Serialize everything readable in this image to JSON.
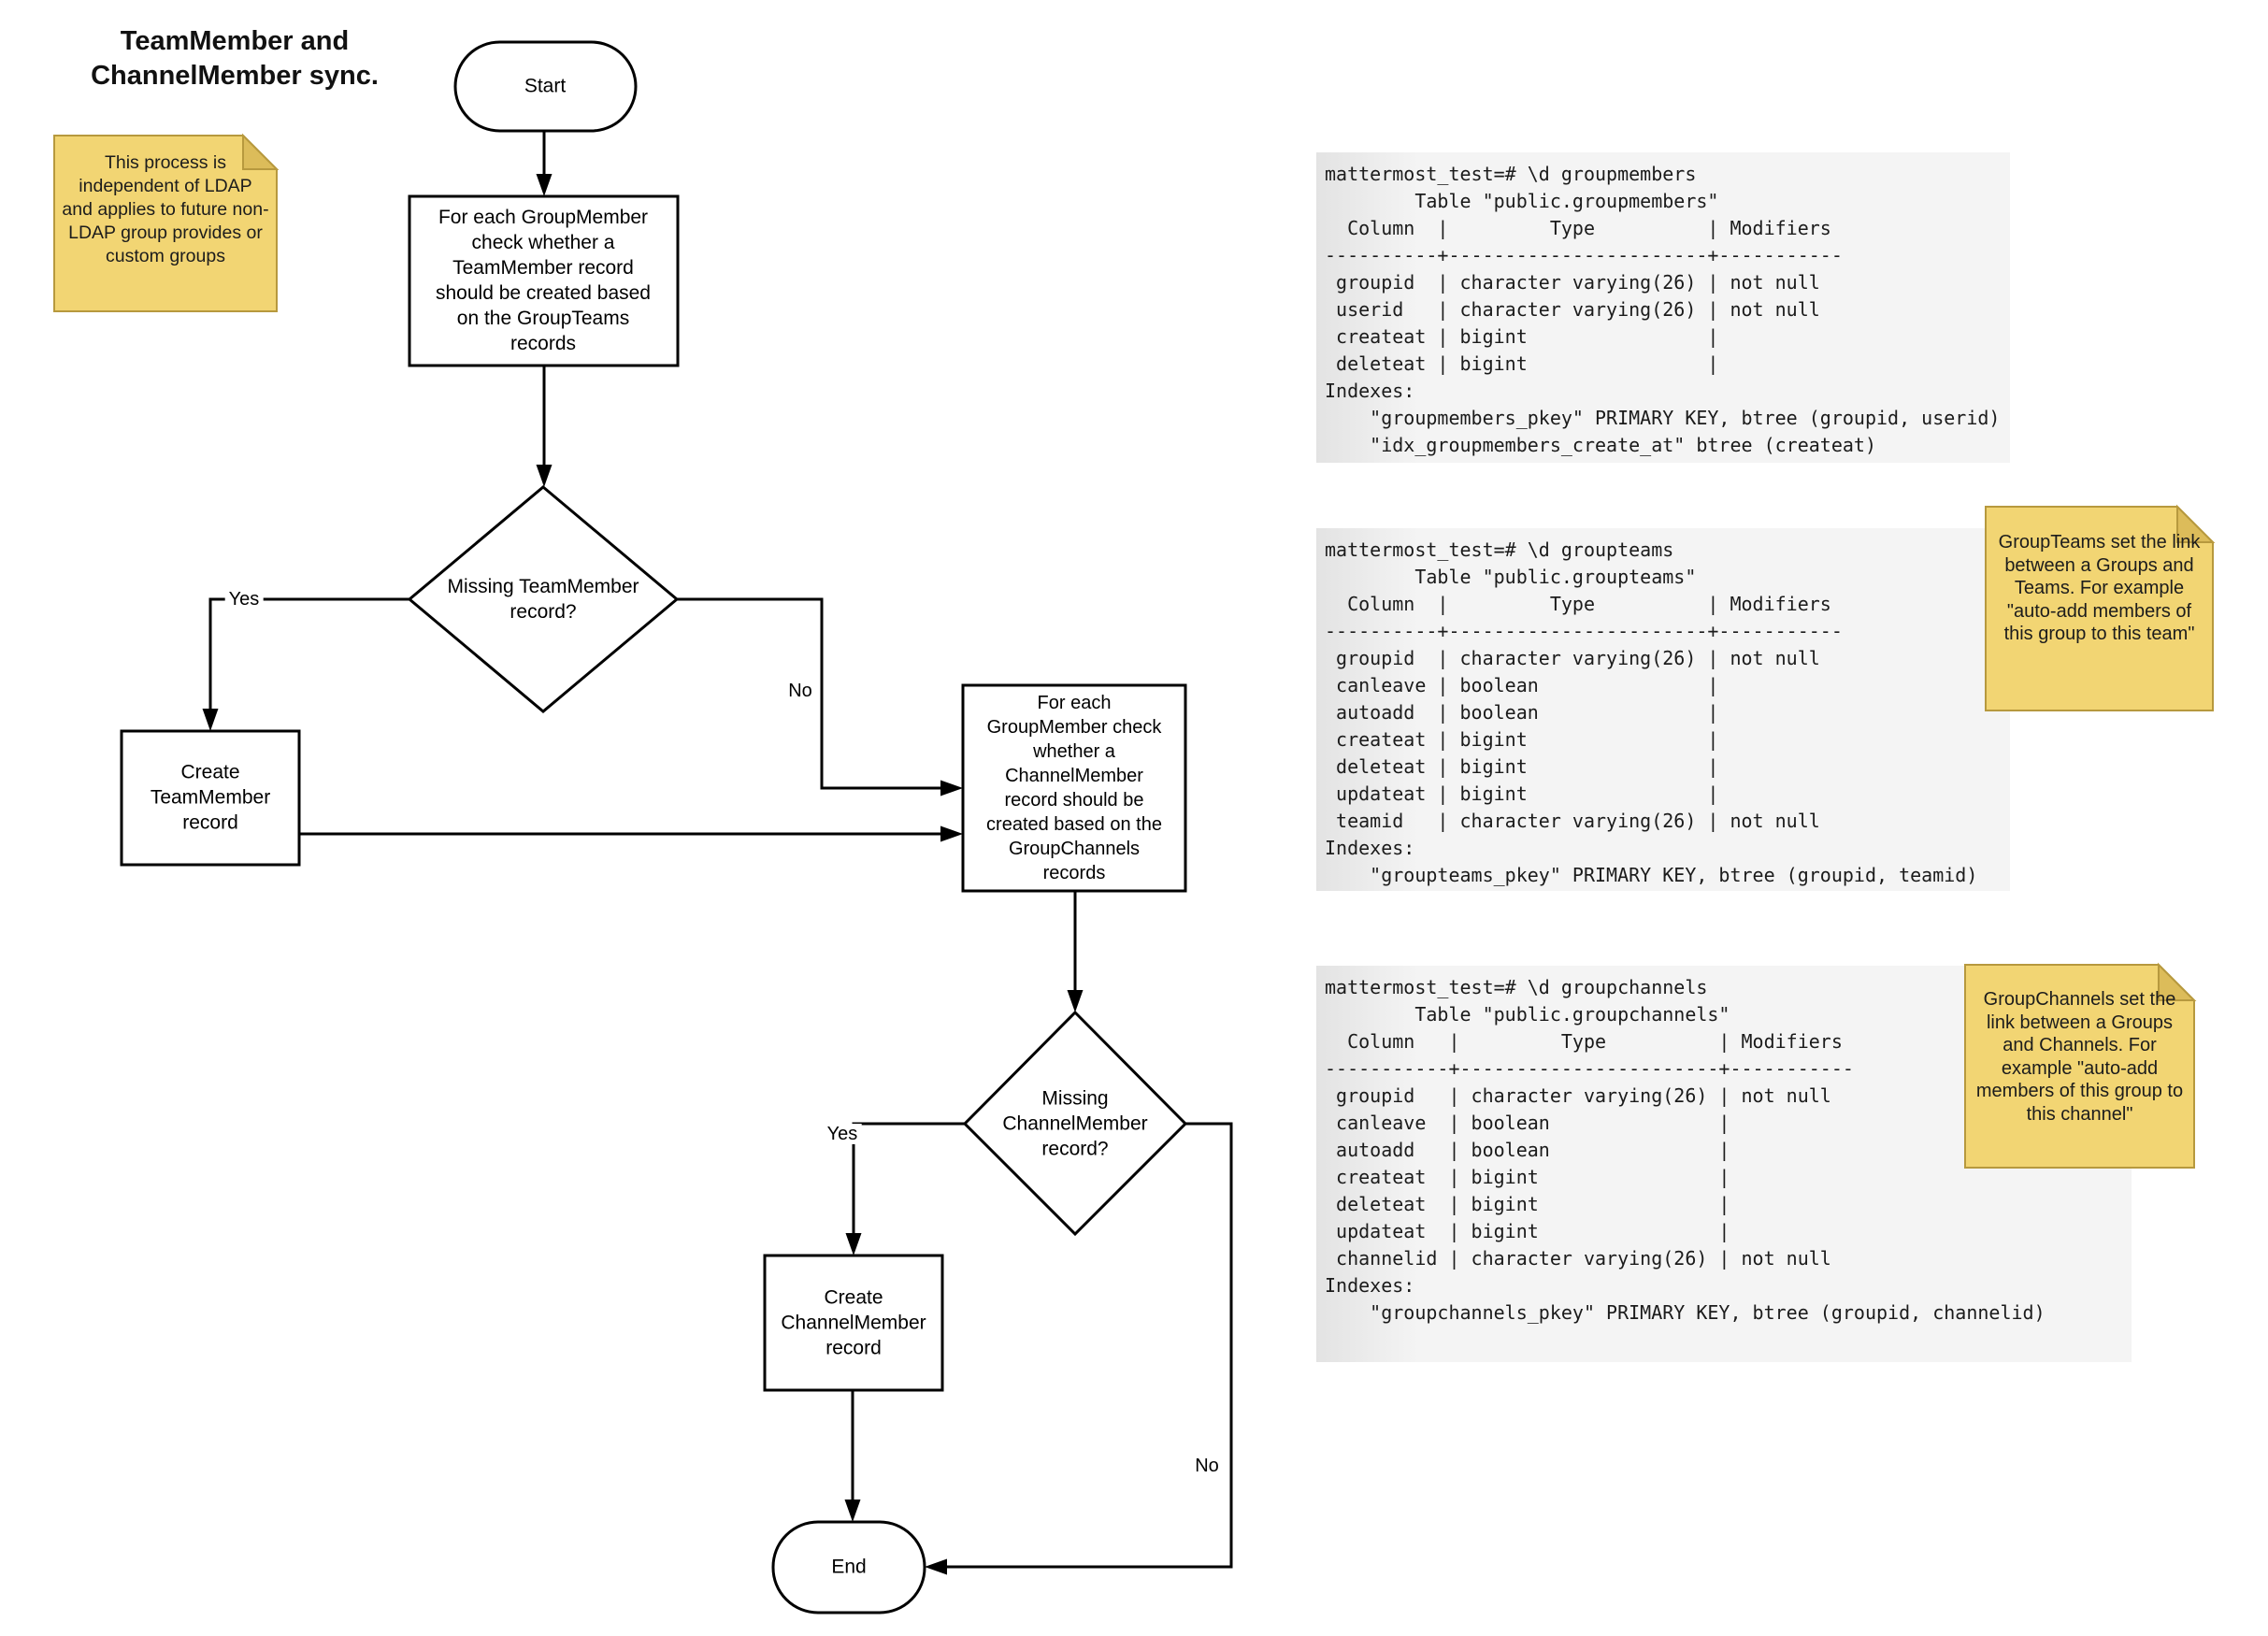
{
  "title": {
    "line1": "TeamMember and",
    "line2": "ChannelMember sync."
  },
  "flowchart": {
    "start_label": "Start",
    "check_team_label": "For each GroupMember check whether a TeamMember record should be created based on the GroupTeams records",
    "decision_team_label": "Missing TeamMember record?",
    "create_team_label": "Create TeamMember record",
    "check_channel_label": "For each GroupMember check whether a ChannelMember record should be created based on the GroupChannels records",
    "decision_channel_label": "Missing ChannelMember record?",
    "create_channel_label": "Create ChannelMember record",
    "end_label": "End",
    "edge_labels": {
      "team_yes": "Yes",
      "team_no": "No",
      "channel_yes": "Yes",
      "channel_no": "No"
    }
  },
  "sticky_notes": {
    "ldap_note": "This process is independent of LDAP and applies to future non-LDAP group provides or custom groups",
    "groupteams_note": "GroupTeams set the link between a Groups and Teams. For example \"auto-add members of this group to this team\"",
    "groupchannels_note": "GroupChannels set the link between a Groups and Channels. For example \"auto-add members of this group to this channel\""
  },
  "terminals": [
    {
      "lines": [
        "mattermost_test=# \\d groupmembers",
        "        Table \"public.groupmembers\"",
        "  Column  |         Type          | Modifiers",
        "----------+-----------------------+-----------",
        " groupid  | character varying(26) | not null",
        " userid   | character varying(26) | not null",
        " createat | bigint                |",
        " deleteat | bigint                |",
        "Indexes:",
        "    \"groupmembers_pkey\" PRIMARY KEY, btree (groupid, userid)",
        "    \"idx_groupmembers_create_at\" btree (createat)"
      ]
    },
    {
      "lines": [
        "mattermost_test=# \\d groupteams",
        "        Table \"public.groupteams\"",
        "  Column  |         Type          | Modifiers",
        "----------+-----------------------+-----------",
        " groupid  | character varying(26) | not null",
        " canleave | boolean               |",
        " autoadd  | boolean               |",
        " createat | bigint                |",
        " deleteat | bigint                |",
        " updateat | bigint                |",
        " teamid   | character varying(26) | not null",
        "Indexes:",
        "    \"groupteams_pkey\" PRIMARY KEY, btree (groupid, teamid)"
      ]
    },
    {
      "lines": [
        "mattermost_test=# \\d groupchannels",
        "        Table \"public.groupchannels\"",
        "  Column   |         Type          | Modifiers",
        "-----------+-----------------------+-----------",
        " groupid   | character varying(26) | not null",
        " canleave  | boolean               |",
        " autoadd   | boolean               |",
        " createat  | bigint                |",
        " deleteat  | bigint                |",
        " updateat  | bigint                |",
        " channelid | character varying(26) | not null",
        "Indexes:",
        "    \"groupchannels_pkey\" PRIMARY KEY, btree (groupid, channelid)"
      ]
    }
  ],
  "colors": {
    "sticky_fill": "#F2D573",
    "sticky_border": "#B7993E",
    "sticky_fold": "#DCBC5A",
    "shape_stroke": "#000000",
    "shape_fill": "#FFFFFF",
    "terminal_bg": "#F2F2F2",
    "terminal_text": "#1B1B1B",
    "connector": "#000000"
  }
}
